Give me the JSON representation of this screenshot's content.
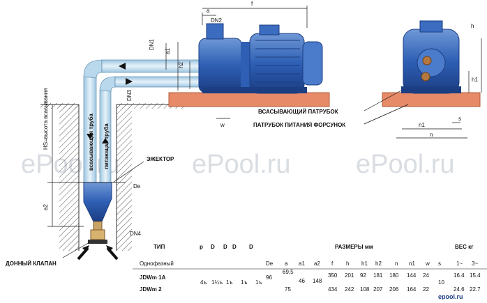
{
  "watermarks": [
    "ePool.ru",
    "ePool.ru",
    "ePool.ru"
  ],
  "labels": {
    "suction_pipe": "всасывающая труба",
    "supply_pipe": "питающая труба",
    "suction_port": "ВСАСЫВАЮЩИЙ ПАТРУБОК",
    "nozzle_port": "ПАТРУБОК ПИТАНИЯ ФОРСУНОК",
    "ejector": "ЭЖЕКТОР",
    "foot_valve": "ДОННЫЙ КЛАПАН"
  },
  "dims": {
    "a": "a",
    "f": "f",
    "dn2": "DN2",
    "dn1": "DN1",
    "a1": "a1",
    "h2": "h2",
    "dn3": "DN3",
    "w": "w",
    "hs": "HS=высота всасывания",
    "a2": "a2",
    "de": "De",
    "dn4": "DN4",
    "h": "h",
    "h1": "h1",
    "n1": "n1",
    "n": "n",
    "s": "s"
  },
  "table": {
    "col_type": "ТИП",
    "col_p": "p",
    "col_d1": "D",
    "col_d2": "D",
    "col_d3": "D",
    "col_d4": "D",
    "col_dims": "РАЗМЕРЫ мм",
    "col_weight": "ВЕС кг",
    "subheader": "Однофазный",
    "dim_headers": [
      "De",
      "a",
      "a1",
      "a2",
      "f",
      "h",
      "h1",
      "h2",
      "n",
      "n1",
      "w",
      "s",
      "1~",
      "3~"
    ],
    "shared": {
      "p": "4ъ",
      "d1": "1¼ъ",
      "d2": "1ъ",
      "d3": "1ъ",
      "d4": "1ъ",
      "De": "96",
      "a1": "46",
      "a2": "148",
      "s": "10"
    },
    "rows": [
      {
        "name": "JDWm 1A",
        "a": "69,5",
        "f": "350",
        "h": "201",
        "h1": "92",
        "h2": "181",
        "n": "180",
        "n1": "144",
        "w": "24",
        "wt1": "16.4",
        "wt3": "15.4"
      },
      {
        "name": "JDWm 2",
        "a": "75",
        "f": "434",
        "h": "242",
        "h1": "108",
        "h2": "207",
        "n": "206",
        "n1": "164",
        "w": "22",
        "wt1": "24.6",
        "wt3": "22.7"
      }
    ]
  },
  "logo": {
    "text": "epool.ru"
  }
}
